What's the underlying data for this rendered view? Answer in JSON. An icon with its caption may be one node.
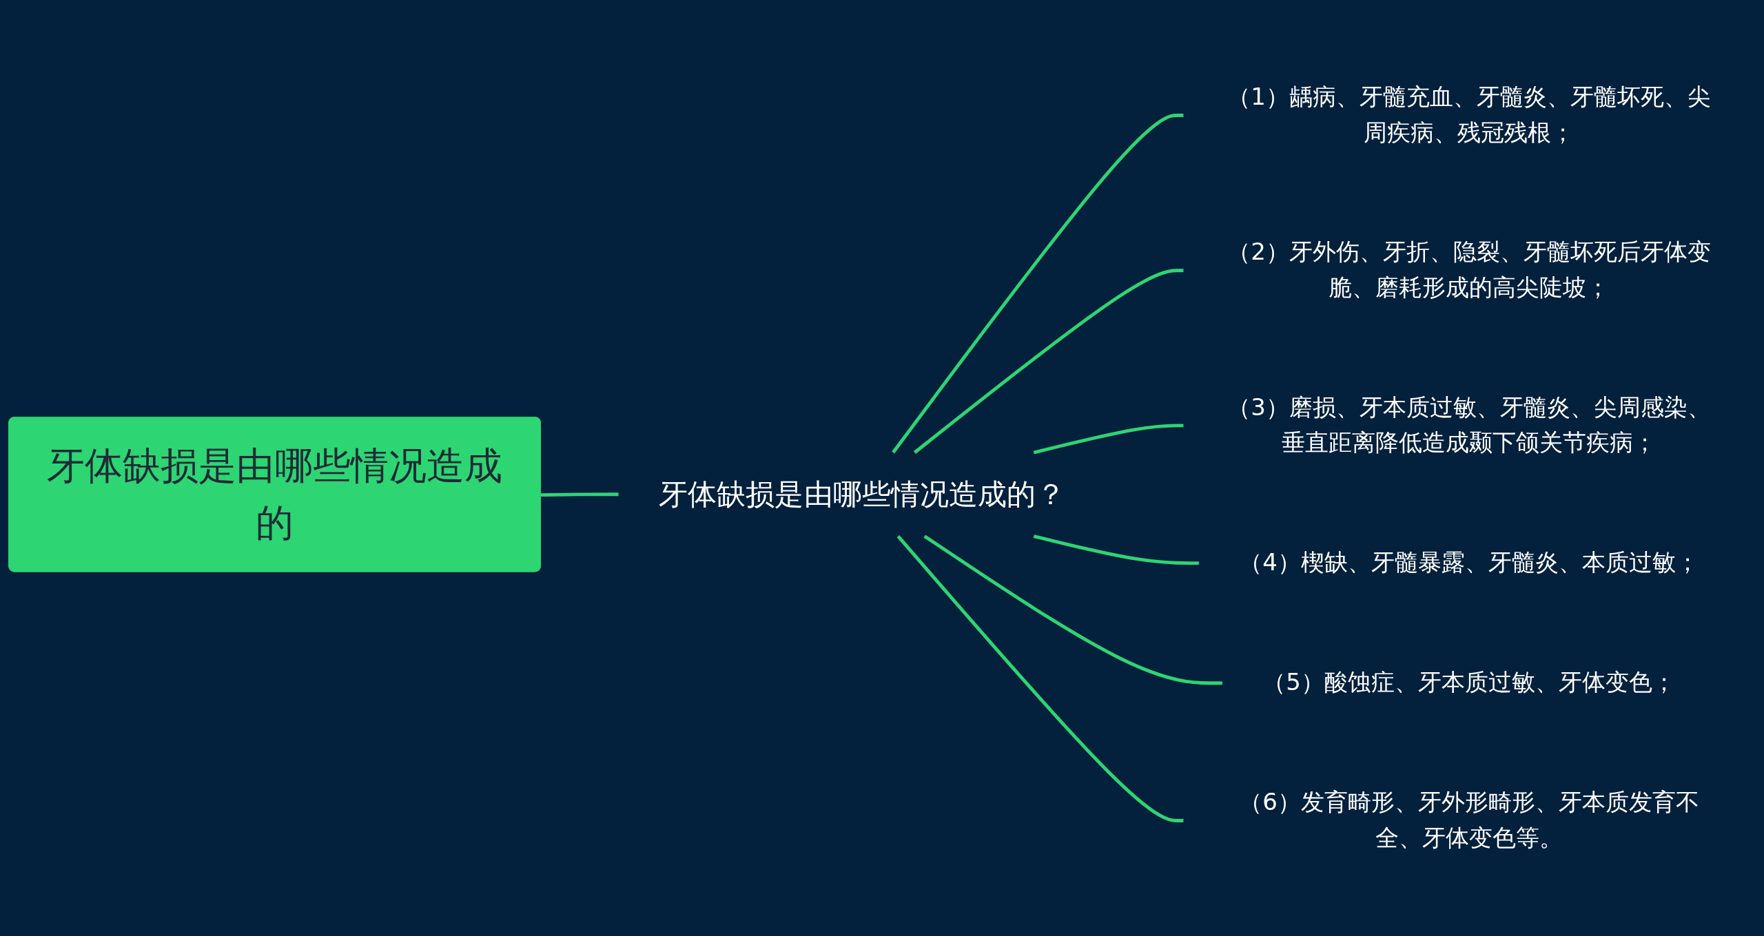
{
  "diagram": {
    "nodes": [
      {
        "text": [
          "牙体缺损是由哪些情况造成的"
        ]
      },
      {
        "text": [
          "牙体缺损是由哪些情况造成的？"
        ]
      },
      {
        "text": [
          "（1）龋病、牙髓充血、牙髓炎、牙髓坏死、尖周疾病、残冠残根；"
        ]
      },
      {
        "text": [
          "（2）牙外伤、牙折、隐裂、牙髓坏死后牙体变脆、磨耗形成的高尖陡坡；"
        ]
      },
      {
        "text": [
          "（3）磨损、牙本质过敏、牙髓炎、尖周感染、垂直距离降低造成颞下颌关节疾病；"
        ]
      },
      {
        "text": [
          "（4）楔缺、牙髓暴露、牙髓炎、本质过敏；"
        ]
      },
      {
        "text": [
          "（5）酸蚀症、牙本质过敏、牙体变色；"
        ]
      },
      {
        "text": [
          "（6）发育畸形、牙外形畸形、牙本质发育不全、牙体变色等。"
        ]
      }
    ],
    "edges": [
      {
        "from": 0,
        "to": 1,
        "arrow": "none"
      },
      {
        "from": 1,
        "to": 2,
        "arrow": "none"
      },
      {
        "from": 1,
        "to": 3,
        "arrow": "none"
      },
      {
        "from": 1,
        "to": 4,
        "arrow": "none"
      },
      {
        "from": 1,
        "to": 5,
        "arrow": "none"
      },
      {
        "from": 1,
        "to": 6,
        "arrow": "none"
      },
      {
        "from": 1,
        "to": 7,
        "arrow": "none"
      }
    ]
  }
}
